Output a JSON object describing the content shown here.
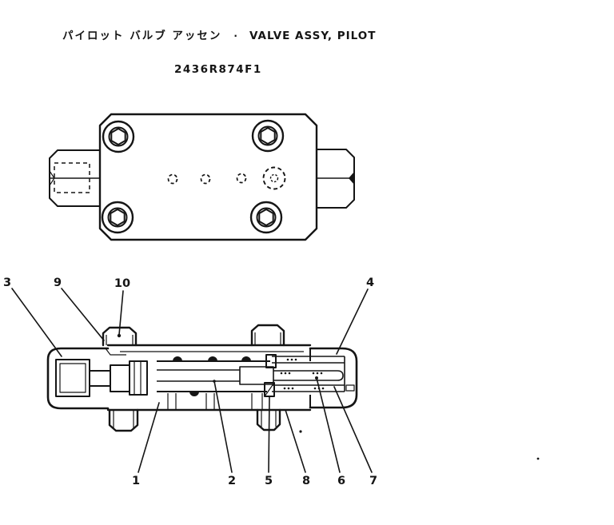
{
  "header": {
    "title_jp": "パイロット バルブ アッセン",
    "separator": "·",
    "title_en": "VALVE ASSY, PILOT",
    "part_number": "2436R874F1"
  },
  "diagram": {
    "ink_color": "#151515",
    "background_color": "#ffffff",
    "callouts": {
      "c1": "1",
      "c2": "2",
      "c3": "3",
      "c4": "4",
      "c5": "5",
      "c6": "6",
      "c7": "7",
      "c8": "8",
      "c9": "9",
      "c10": "10"
    }
  }
}
